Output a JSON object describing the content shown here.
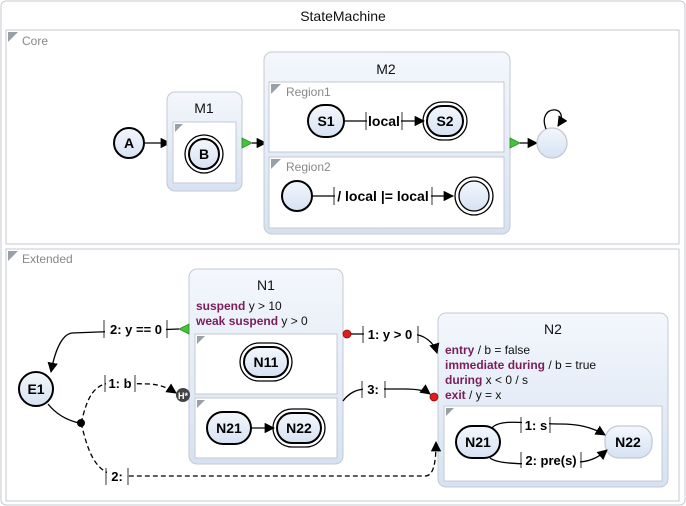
{
  "diagram": {
    "title": "StateMachine",
    "regions": {
      "core": {
        "label": "Core"
      },
      "extended": {
        "label": "Extended"
      }
    },
    "states": {
      "A": {
        "label": "A"
      },
      "B": {
        "label": "B"
      },
      "M1": {
        "label": "M1"
      },
      "M2": {
        "label": "M2"
      },
      "S1": {
        "label": "S1"
      },
      "S2": {
        "label": "S2"
      },
      "E1": {
        "label": "E1"
      },
      "N1": {
        "label": "N1",
        "actions": [
          {
            "keyword": "suspend",
            "expr": "y > 10"
          },
          {
            "keyword": "weak suspend",
            "expr": "y > 0"
          }
        ]
      },
      "N11": {
        "label": "N11"
      },
      "N21a": {
        "label": "N21"
      },
      "N22a": {
        "label": "N22"
      },
      "N2": {
        "label": "N2",
        "actions": [
          {
            "keyword": "entry",
            "expr": "/ b = false"
          },
          {
            "keyword": "immediate during",
            "expr": "/ b = true"
          },
          {
            "keyword": "during",
            "expr": "x < 0 / s"
          },
          {
            "keyword": "exit",
            "expr": "/ y = x"
          }
        ]
      },
      "N21b": {
        "label": "N21"
      },
      "N22b": {
        "label": "N22"
      }
    },
    "subregions": {
      "region1": {
        "label": "Region1"
      },
      "region2": {
        "label": "Region2"
      }
    },
    "history": {
      "label": "H*"
    },
    "transitions": {
      "s1_s2": "local",
      "r2": "/ local |= local",
      "y_eq_0": "2: y == 0",
      "b": "1: b",
      "two": "2:",
      "y_gt_0": "1: y > 0",
      "three": "3:",
      "s": "1: s",
      "pre_s": "2: pre(s)"
    },
    "colors": {
      "state_fill": "#e4ecf8",
      "border": "#c4cad2",
      "suspend_marker": "#44c33c",
      "strong_abort_marker": "#e21c1c",
      "keyword": "#7a1d5a"
    }
  }
}
